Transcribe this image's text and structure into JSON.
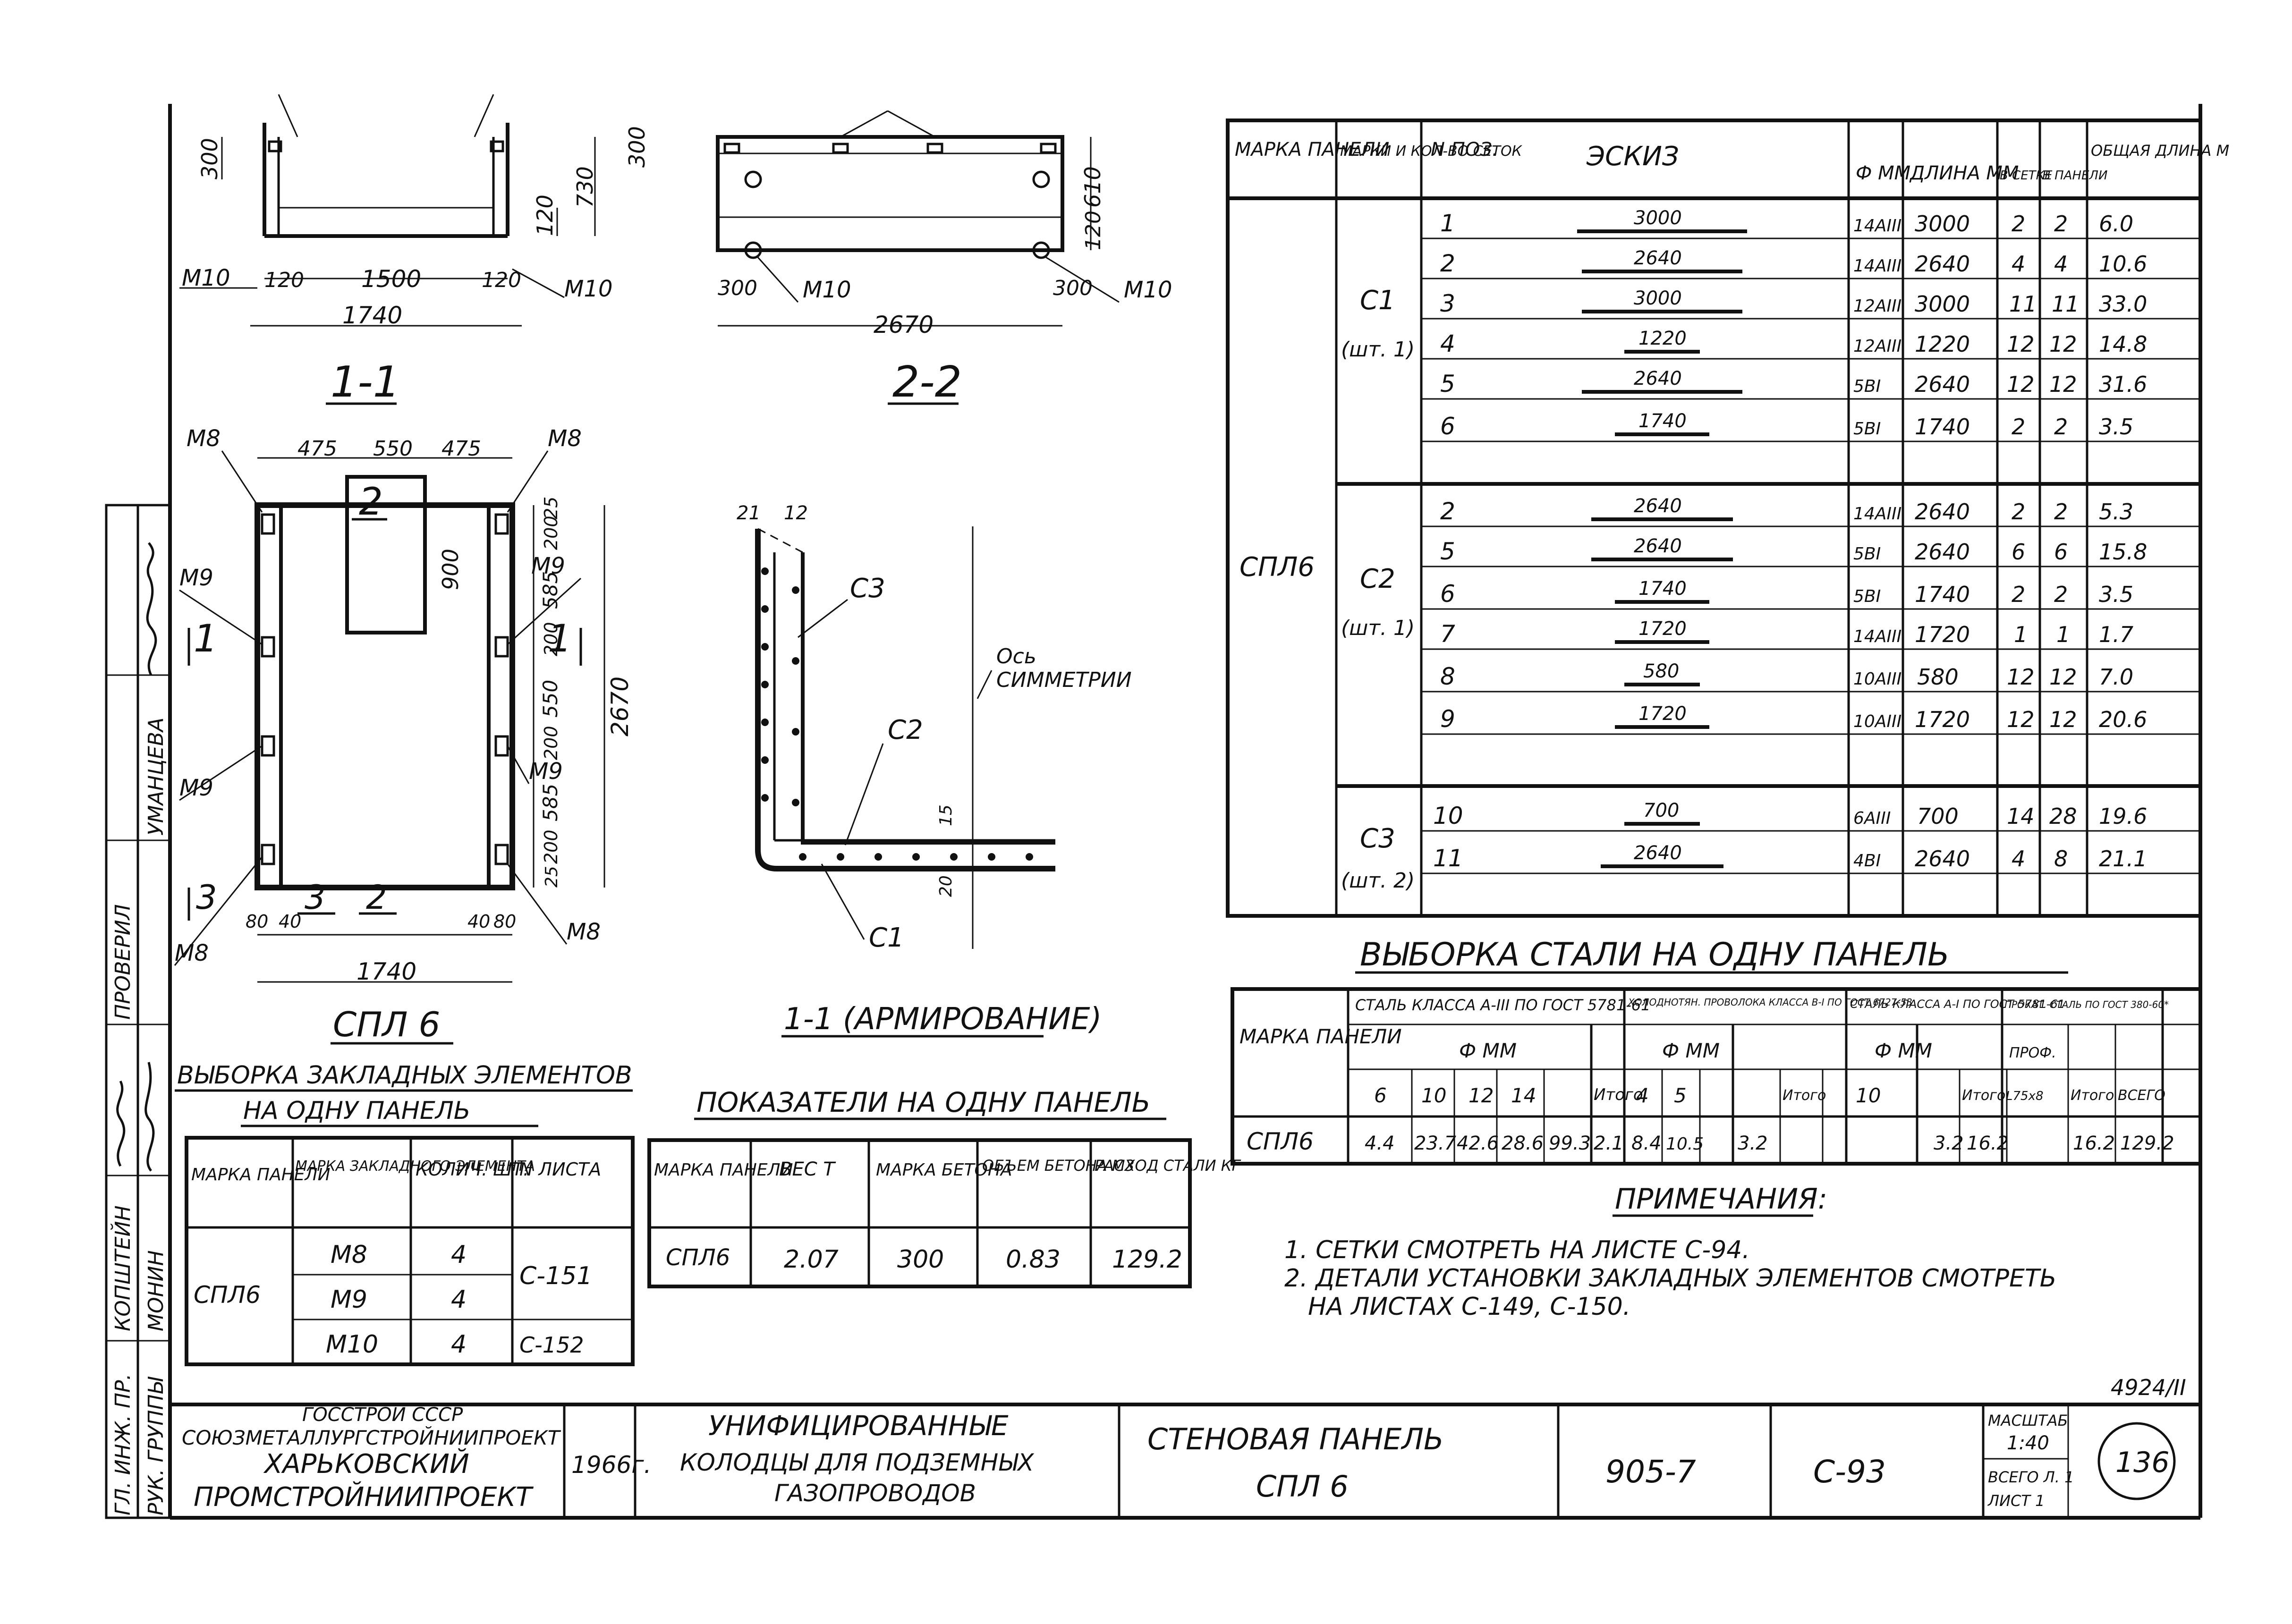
{
  "drawings": {
    "elevation_1_1": {
      "dims": [
        "300",
        "730",
        "120",
        "120",
        "1500",
        "120",
        "1740"
      ],
      "labels": [
        "M10",
        "M10"
      ]
    },
    "elevation_2_2": {
      "dims": [
        "300",
        "610",
        "120",
        "300",
        "300",
        "2670"
      ],
      "labels": [
        "M10",
        "M10"
      ]
    },
    "section_1_1_title": "1-1",
    "section_2_2_title": "2-2",
    "panel_view": {
      "title": "СПЛ 6",
      "top_dims": [
        "475",
        "550",
        "475"
      ],
      "right_dims": [
        "25",
        "200",
        "585",
        "200",
        "550",
        "200",
        "585",
        "200",
        "25"
      ],
      "total_height": "2670",
      "dim_900": "900",
      "bottom_dims": [
        "80",
        "40",
        "40",
        "80"
      ],
      "total_width": "1740",
      "markers": [
        "M8",
        "M8",
        "M9",
        "M9",
        "M9",
        "M9",
        "M8",
        "M8"
      ],
      "callouts": [
        "1",
        "1",
        "3",
        "2",
        "3",
        "2"
      ]
    },
    "reinforcement": {
      "title": "1-1 (АРМИРОВАНИЕ)",
      "labels": [
        "C3",
        "C2",
        "C1"
      ],
      "axis_label_1": "Ось",
      "axis_label_2": "СИММЕТРИИ",
      "dims": [
        "21",
        "12",
        "15",
        "20"
      ]
    }
  },
  "rebar_table": {
    "headers": [
      "МАРКА ПАНЕЛИ",
      "МАРКИ И КОЛ-ВО СЕТОК",
      "N ПОЗ.",
      "ЭСКИЗ",
      "Ф ММ",
      "ДЛИНА ММ",
      "В СЕТКЕ",
      "В ПАНЕЛИ",
      "ОБЩАЯ ДЛИНА М"
    ],
    "panel": "СПЛ6",
    "groups": [
      {
        "mesh": "C1",
        "qty": "(шт. 1)",
        "rows": [
          {
            "pos": "1",
            "sketch": "3000",
            "dia": "14AIII",
            "len": "3000",
            "in_mesh": "2",
            "in_panel": "2",
            "total": "6.0"
          },
          {
            "pos": "2",
            "sketch": "2640",
            "dia": "14AIII",
            "len": "2640",
            "in_mesh": "4",
            "in_panel": "4",
            "total": "10.6"
          },
          {
            "pos": "3",
            "sketch": "3000",
            "dia": "12AIII",
            "len": "3000",
            "in_mesh": "11",
            "in_panel": "11",
            "total": "33.0"
          },
          {
            "pos": "4",
            "sketch": "1220",
            "dia": "12AIII",
            "len": "1220",
            "in_mesh": "12",
            "in_panel": "12",
            "total": "14.8"
          },
          {
            "pos": "5",
            "sketch": "2640",
            "dia": "5BI",
            "len": "2640",
            "in_mesh": "12",
            "in_panel": "12",
            "total": "31.6"
          },
          {
            "pos": "6",
            "sketch": "1740",
            "dia": "5BI",
            "len": "1740",
            "in_mesh": "2",
            "in_panel": "2",
            "total": "3.5"
          }
        ]
      },
      {
        "mesh": "C2",
        "qty": "(шт. 1)",
        "rows": [
          {
            "pos": "2",
            "sketch": "2640",
            "dia": "14AIII",
            "len": "2640",
            "in_mesh": "2",
            "in_panel": "2",
            "total": "5.3"
          },
          {
            "pos": "5",
            "sketch": "2640",
            "dia": "5BI",
            "len": "2640",
            "in_mesh": "6",
            "in_panel": "6",
            "total": "15.8"
          },
          {
            "pos": "6",
            "sketch": "1740",
            "dia": "5BI",
            "len": "1740",
            "in_mesh": "2",
            "in_panel": "2",
            "total": "3.5"
          },
          {
            "pos": "7",
            "sketch": "1720",
            "dia": "14AIII",
            "len": "1720",
            "in_mesh": "1",
            "in_panel": "1",
            "total": "1.7"
          },
          {
            "pos": "8",
            "sketch": "580",
            "dia": "10AIII",
            "len": "580",
            "in_mesh": "12",
            "in_panel": "12",
            "total": "7.0"
          },
          {
            "pos": "9",
            "sketch": "1720",
            "dia": "10AIII",
            "len": "1720",
            "in_mesh": "12",
            "in_panel": "12",
            "total": "20.6"
          }
        ]
      },
      {
        "mesh": "C3",
        "qty": "(шт. 2)",
        "rows": [
          {
            "pos": "10",
            "sketch": "700",
            "dia": "6AIII",
            "len": "700",
            "in_mesh": "14",
            "in_panel": "28",
            "total": "19.6"
          },
          {
            "pos": "11",
            "sketch": "2640",
            "dia": "4BI",
            "len": "2640",
            "in_mesh": "4",
            "in_panel": "8",
            "total": "21.1"
          }
        ]
      }
    ]
  },
  "steel_table": {
    "title": "ВЫБОРКА СТАЛИ НА ОДНУ ПАНЕЛЬ",
    "h_mark": "МАРКА ПАНЕЛИ",
    "h_group1": "СТАЛЬ КЛАССА А-III ПО ГОСТ 5781-61",
    "h_group2": "ХОЛОДНОТЯН. ПРОВОЛОКА КЛАССА В-I ПО ГОСТ 6727-53",
    "h_group3": "СТАЛЬ КЛАССА А-I ПО ГОСТ 5781-61",
    "h_group4": "ПРОКАТ. СТАЛЬ ПО ГОСТ 380-60*",
    "h_fmm": "Ф ММ",
    "h_prof": "ПРОФ.",
    "h_itogo": "Итого",
    "h_vsego": "ВСЕГО",
    "cols": [
      "6",
      "10",
      "12",
      "14",
      "4",
      "5",
      "10",
      "",
      "L75x8"
    ],
    "row": {
      "mark": "СПЛ6",
      "v": [
        "4.4",
        "23.7",
        "42.6",
        "28.6",
        "99.3",
        "2.1",
        "8.4",
        "10.5",
        "3.2",
        "",
        "3.2",
        "16.2",
        "16.2",
        "129.2"
      ]
    }
  },
  "notes": {
    "title": "ПРИМЕЧАНИЯ:",
    "lines": [
      "1. СЕТКИ СМОТРЕТЬ НА ЛИСТЕ С-94.",
      "2. ДЕТАЛИ УСТАНОВКИ ЗАКЛАДНЫХ ЭЛЕМЕНТОВ СМОТРЕТЬ",
      "НА ЛИСТАХ С-149, С-150."
    ]
  },
  "embedded_table": {
    "title1": "ВЫБОРКА ЗАКЛАДНЫХ ЭЛЕМЕНТОВ",
    "title2": "НА ОДНУ ПАНЕЛЬ",
    "headers": [
      "МАРКА ПАНЕЛИ",
      "МАРКА ЗАКЛАДНОГО ЭЛЕМЕНТА",
      "КОЛИЧ. ШТ.",
      "N ЛИСТА"
    ],
    "panel": "СПЛ6",
    "rows": [
      {
        "el": "M8",
        "qty": "4",
        "sheet": "C-151"
      },
      {
        "el": "M9",
        "qty": "4",
        "sheet": ""
      },
      {
        "el": "M10",
        "qty": "4",
        "sheet": "C-152"
      }
    ]
  },
  "indicators_table": {
    "title": "ПОКАЗАТЕЛИ НА ОДНУ ПАНЕЛЬ",
    "headers": [
      "МАРКА ПАНЕЛИ",
      "ВЕС Т",
      "МАРКА БЕТОНА",
      "ОБЪЕМ БЕТОНА М3",
      "РАСХОД СТАЛИ КГ"
    ],
    "row": [
      "СПЛ6",
      "2.07",
      "300",
      "0.83",
      "129.2"
    ]
  },
  "title_block": {
    "org1": "ГОССТРОЙ СССР",
    "org2": "СОЮЗМЕТАЛЛУРГСТРОЙНИИПРОЕКТ",
    "org3": "ХАРЬКОВСКИЙ",
    "org4": "ПРОМСТРОЙНИИПРОЕКТ",
    "year": "1966г.",
    "project1": "УНИФИЦИРОВАННЫЕ",
    "project2": "КОЛОДЦЫ ДЛЯ ПОДЗЕМНЫХ",
    "project3": "ГАЗОПРОВОДОВ",
    "drawing1": "СТЕНОВАЯ ПАНЕЛЬ",
    "drawing2": "СПЛ 6",
    "series": "905-7",
    "sheet_code": "С-93",
    "scale_label": "МАСШТАБ",
    "scale": "1:40",
    "sheets_total": "ВСЕГО Л. 1",
    "sheet_no": "ЛИСТ 1",
    "sheet_number": "136",
    "inventory": "4924/II"
  },
  "side_stamp": {
    "roles": [
      "ГЛ. ИНЖ. ПР.",
      "РУК. ГРУППЫ",
      "ПРОВЕРИЛ",
      "",
      ""
    ],
    "names": [
      "КОПШТЕЙН",
      "МОНИН",
      "",
      "УМАНЦЕВА",
      ""
    ]
  }
}
